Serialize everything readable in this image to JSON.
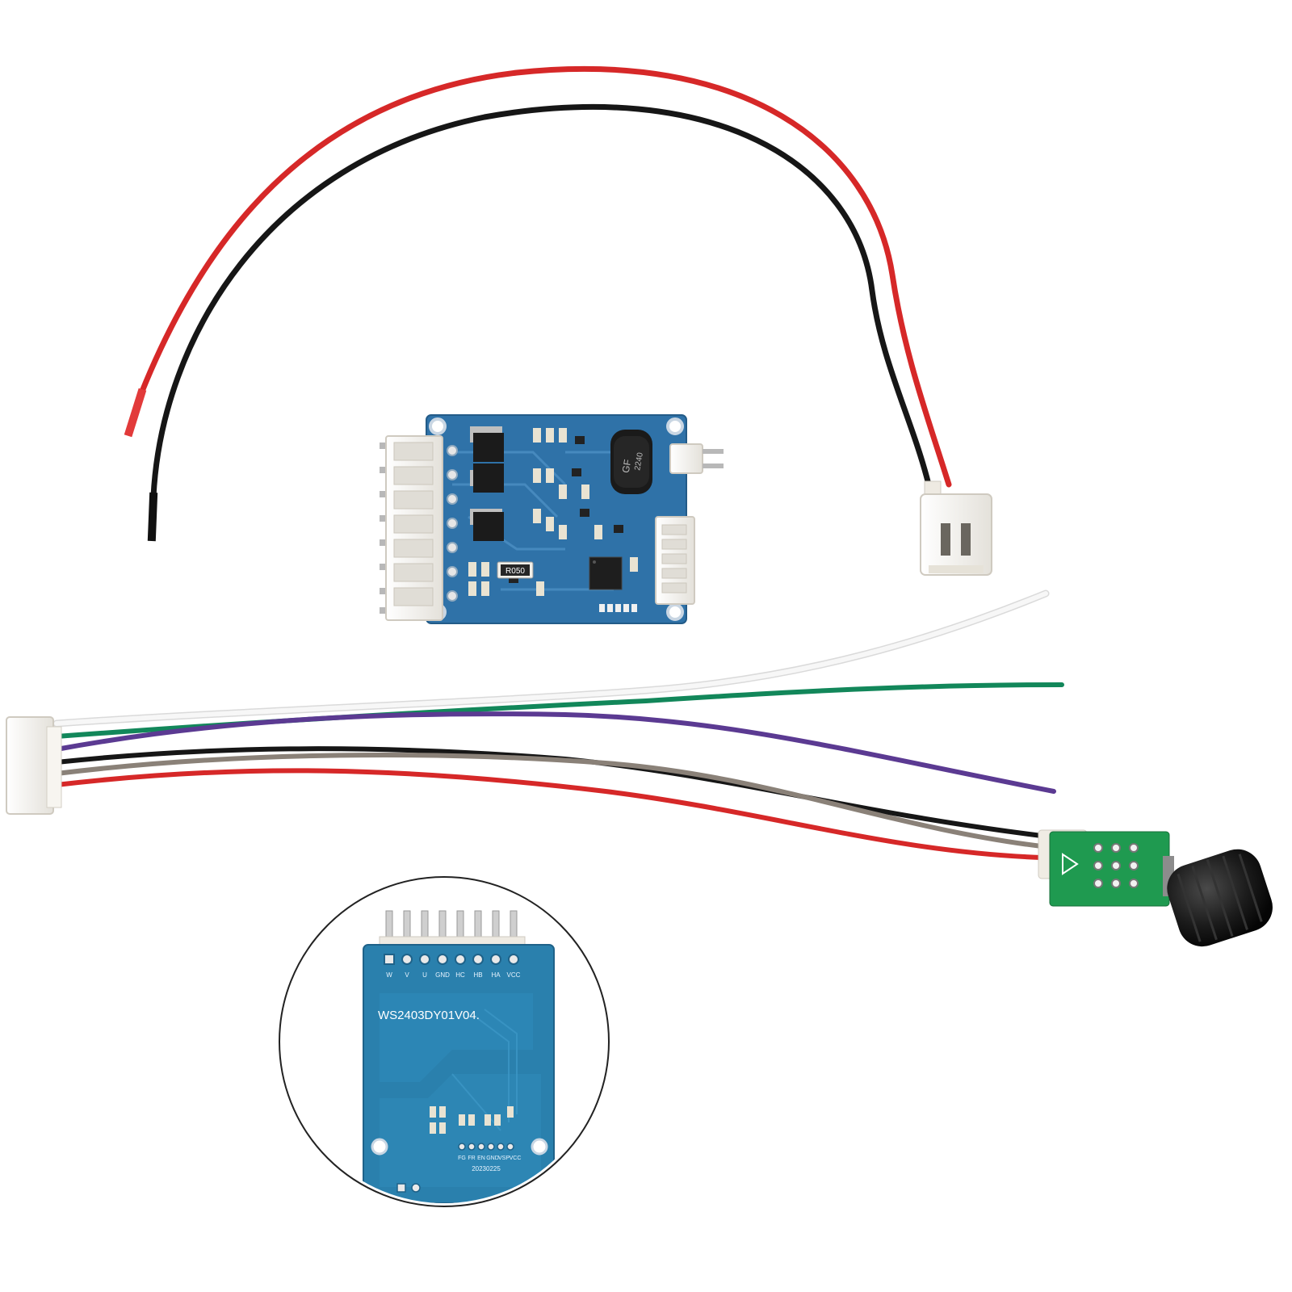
{
  "colors": {
    "board_blue": "#2f72a8",
    "board_blue_back": "#2a80ad",
    "wire_red": "#d62828",
    "wire_black": "#161616",
    "wire_white": "#f4f4f4",
    "wire_green": "#12875a",
    "wire_purple": "#5b3a92",
    "wire_gray": "#8a8178",
    "connector_white": "#f3f1ec",
    "knob_black": "#1a1a1a",
    "pot_board_green": "#1f9a50"
  },
  "front_board": {
    "resistor_label": "R050",
    "inductor_line1": "GF",
    "inductor_line2": "2240"
  },
  "back_board": {
    "model": "WS2403DY01V04.",
    "date_code": "20230225",
    "top_pins": [
      "W",
      "V",
      "U",
      "GND",
      "HC",
      "HB",
      "HA",
      "VCC"
    ],
    "bottom_pins": [
      "FG",
      "FR",
      "EN",
      "GND",
      "VSP",
      "VCC"
    ]
  },
  "icons": [
    "arrow-triangle-icon"
  ]
}
